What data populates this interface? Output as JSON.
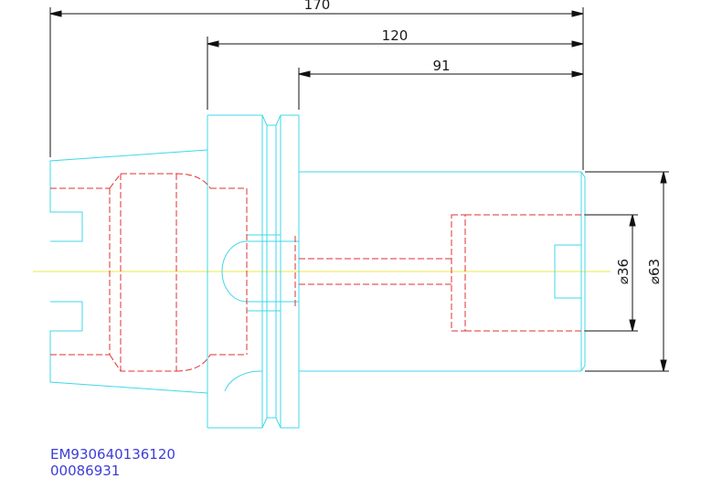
{
  "dimensions": {
    "overall_length": "170",
    "flange_to_end": "120",
    "body_length": "91",
    "bore_diameter": "⌀36",
    "outer_diameter": "⌀63"
  },
  "part": {
    "article_number": "EM930640136120",
    "id_code": "00086931"
  },
  "colors": {
    "outline": "#3fd8e8",
    "hidden": "#e03030",
    "centerline": "#e8e848",
    "dimension": "#101010",
    "text_code": "#3d3dd8"
  }
}
